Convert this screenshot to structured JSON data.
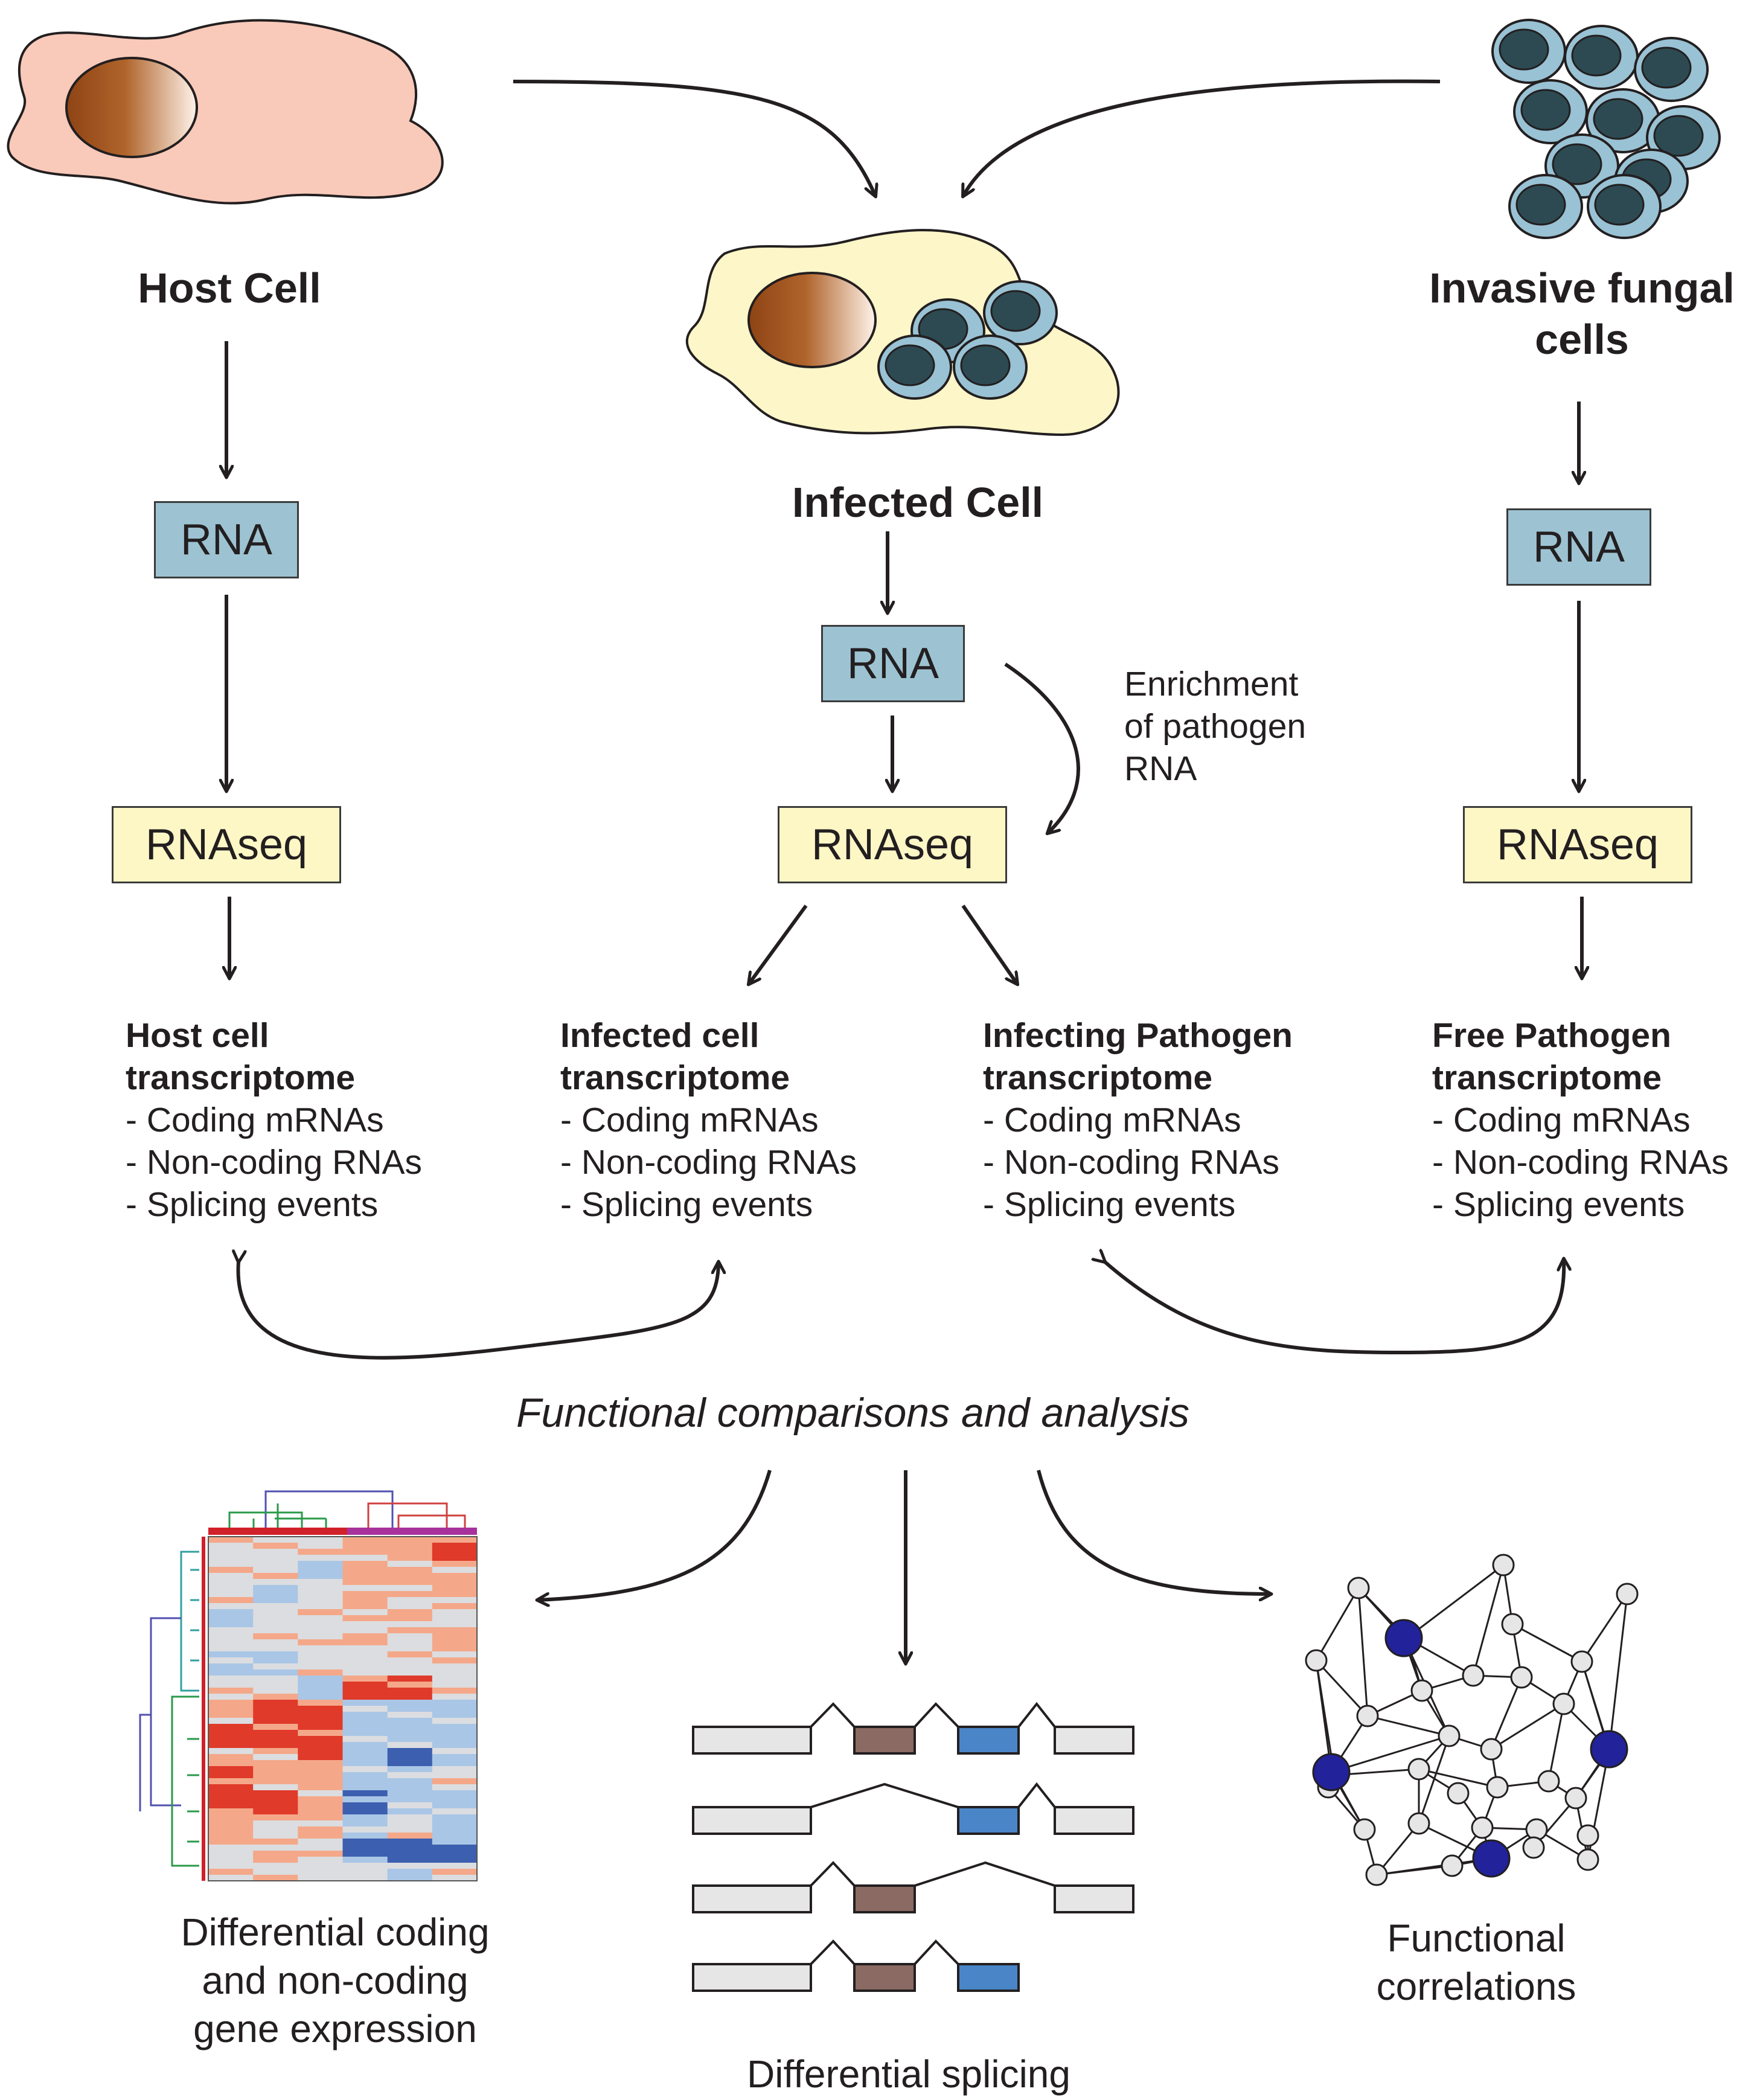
{
  "colors": {
    "host_cell": "#f9c9b9",
    "infected_cell": "#fdf6c8",
    "nucleus": "#9c4e1a",
    "fungal_outer": "#99c2d4",
    "fungal_inner": "#2d4a52",
    "rna_box": "#9dc3d2",
    "rnaseq_box": "#fdf7c6",
    "node": "#e6e6e6",
    "hub_node": "#22229a",
    "exon_a": "#8a6a63",
    "exon_b": "#4a85c8",
    "exon_const": "#e6e6e6"
  },
  "labels": {
    "host_cell": "Host Cell",
    "infected_cell": "Infected Cell",
    "fungal_line1": "Invasive fungal",
    "fungal_line2": "cells",
    "rna": "RNA",
    "rnaseq": "RNAseq",
    "enrichment": [
      "Enrichment",
      "of pathogen",
      "RNA"
    ]
  },
  "transcriptomes": [
    {
      "head": [
        "Host cell",
        "transcriptome"
      ],
      "items": [
        "- Coding mRNAs",
        "- Non-coding RNAs",
        "- Splicing events"
      ]
    },
    {
      "head": [
        "Infected cell",
        "transcriptome"
      ],
      "items": [
        "- Coding mRNAs",
        "- Non-coding RNAs",
        "- Splicing events"
      ]
    },
    {
      "head": [
        "Infecting Pathogen",
        "transcriptome"
      ],
      "items": [
        "- Coding mRNAs",
        "- Non-coding RNAs",
        "- Splicing events"
      ]
    },
    {
      "head": [
        "Free Pathogen",
        "transcriptome"
      ],
      "items": [
        "- Coding mRNAs",
        "- Non-coding RNAs",
        "- Splicing events"
      ]
    }
  ],
  "analysis": {
    "title": "Functional comparisons and analysis",
    "expression": [
      "Differential coding",
      "and non-coding",
      "gene expression"
    ],
    "splicing": "Differential splicing",
    "correlations": [
      "Functional",
      "correlations"
    ]
  },
  "icons": [
    "host-cell-icon",
    "infected-cell-icon",
    "fungal-cells-icon",
    "heatmap-icon",
    "splicing-icon",
    "network-icon"
  ]
}
